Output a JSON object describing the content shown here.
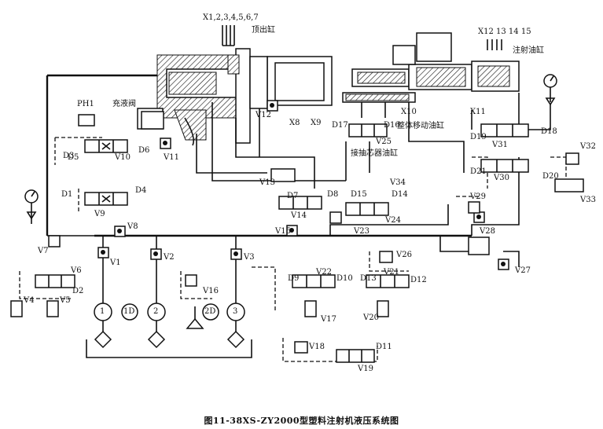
{
  "caption": "图11-38XS-ZY2000型塑料注射机液压系统图",
  "cylinder_labels": {
    "eject": "顶出缸",
    "fill_valve": "充液阀",
    "inject": "注射油缸",
    "carriage": "整体移动油缸",
    "core_pull": "接抽芯器油缸"
  },
  "limit_switches": {
    "group_left": "X1,2,3,4,5,6,7",
    "group_right": "X12 13 14 15",
    "x8": "X8",
    "x9": "X9",
    "x10": "X10",
    "x11": "X11"
  },
  "valves": {
    "V1": "V1",
    "V2": "V2",
    "V3": "V3",
    "V4": "V4",
    "V5": "V5",
    "V6": "V6",
    "V7": "V7",
    "V8": "V8",
    "V9": "V9",
    "V10": "V10",
    "V11": "V11",
    "V12": "V12",
    "V13": "V13",
    "V14": "V14",
    "V15": "V15",
    "V16": "V16",
    "V17": "V17",
    "V18": "V18",
    "V19": "V19",
    "V20": "V20",
    "V21": "V21",
    "V22": "V22",
    "V23": "V23",
    "V24": "V24",
    "V25": "V25",
    "V26": "V26",
    "V27": "V27",
    "V28": "V28",
    "V29": "V29",
    "V30": "V30",
    "V31": "V31",
    "V32": "V32",
    "V33": "V33",
    "V34": "V34"
  },
  "solenoids": {
    "D1": "D1",
    "D2": "D2",
    "D3": "D3",
    "D4": "D4",
    "D5": "D5",
    "D6": "D6",
    "D7": "D7",
    "D8": "D8",
    "D9": "D9",
    "D10": "D10",
    "D11": "D11",
    "D12": "D12",
    "D13": "D13",
    "D14": "D14",
    "D15": "D15",
    "D16": "D16",
    "D17": "D17",
    "D18": "D18",
    "D19": "D19",
    "D20": "D20",
    "D21": "D21"
  },
  "pumps": {
    "p1": "1",
    "p2": "2",
    "p3": "3",
    "m1": "1D",
    "m2": "2D"
  },
  "pressure_relay": "PH1"
}
